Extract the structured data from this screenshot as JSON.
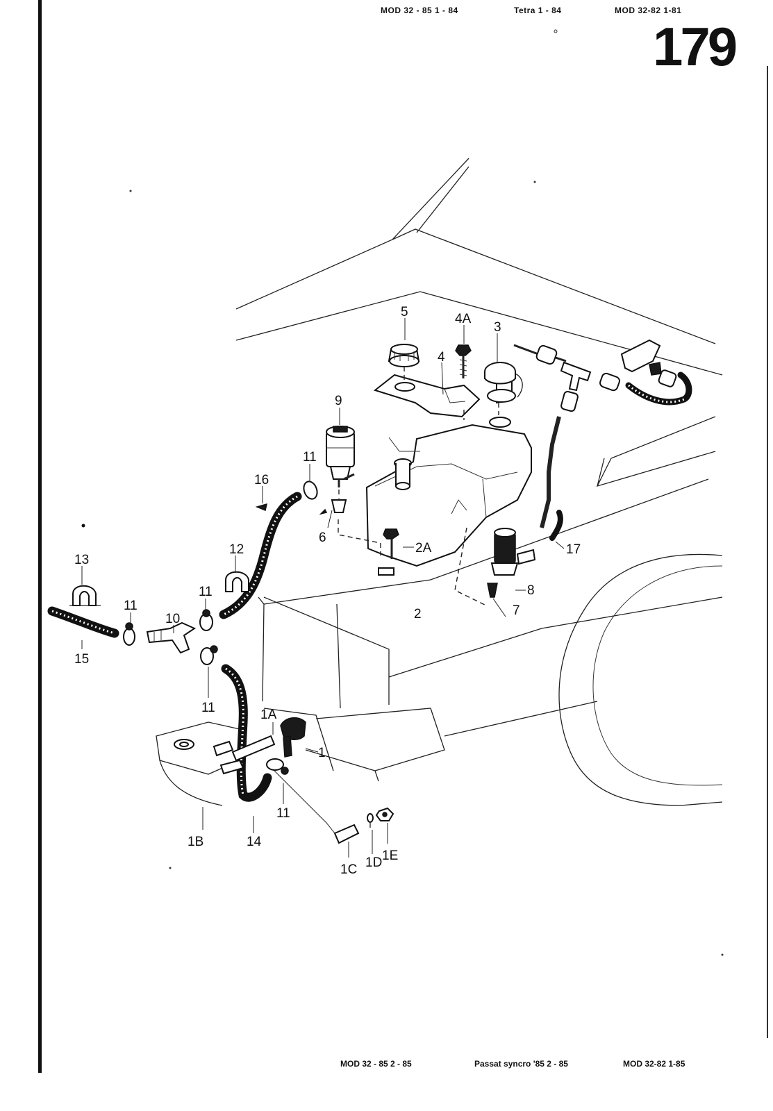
{
  "header": {
    "left": "MOD 32 - 85   1 - 84",
    "middle": "Tetra   1 - 84",
    "right": "MOD 32-82  1-81",
    "page_number": "179"
  },
  "footer": {
    "left": "MOD 32 - 85   2 - 85",
    "middle": "Passat syncro '85  2 - 85",
    "right": "MOD 32-82  1-85"
  },
  "callouts": {
    "c1": "1",
    "c1A": "1A",
    "c1B": "1B",
    "c1C": "1C",
    "c1D": "1D",
    "c1E": "1E",
    "c2": "2",
    "c2A": "2A",
    "c3": "3",
    "c4": "4",
    "c4A": "4A",
    "c5": "5",
    "c6": "6",
    "c7": "7",
    "c8": "8",
    "c9": "9",
    "c10": "10",
    "c11a": "11",
    "c11b": "11",
    "c11c": "11",
    "c11d": "11",
    "c11e": "11",
    "c12": "12",
    "c13": "13",
    "c14": "14",
    "c15": "15",
    "c16": "16",
    "c17": "17"
  }
}
